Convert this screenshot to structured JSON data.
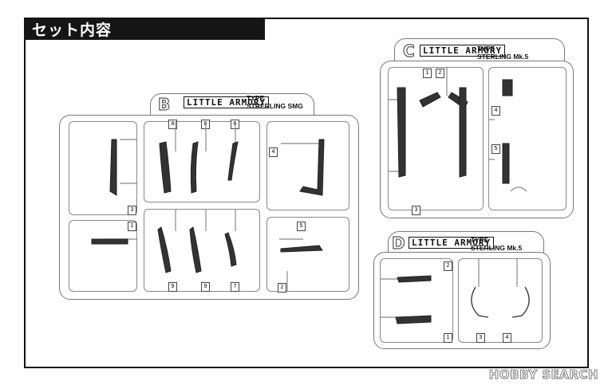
{
  "header": {
    "title": "セット内容"
  },
  "runners": {
    "b": {
      "letter": "B",
      "brand": "LITTLE ARMORY",
      "type_line1": "TYPE",
      "type_line2": "STRERLING SMG",
      "numbers": [
        "3",
        "1",
        "8",
        "8",
        "6",
        "9",
        "9",
        "7",
        "4",
        "5",
        "2"
      ]
    },
    "c": {
      "letter": "C",
      "brand": "LITTLE ARMORY",
      "type_line1": "TYPE",
      "type_line2": "STERLING Mk.5",
      "numbers": [
        "1",
        "2",
        "4",
        "5",
        "3"
      ]
    },
    "d": {
      "letter": "D",
      "brand": "LITTLE ARMORY",
      "type_line1": "TYPE",
      "type_line2": "STERLING Mk.5",
      "numbers": [
        "2",
        "1",
        "3",
        "4"
      ]
    }
  },
  "watermark": {
    "text": "HOBBY SEARCH"
  }
}
